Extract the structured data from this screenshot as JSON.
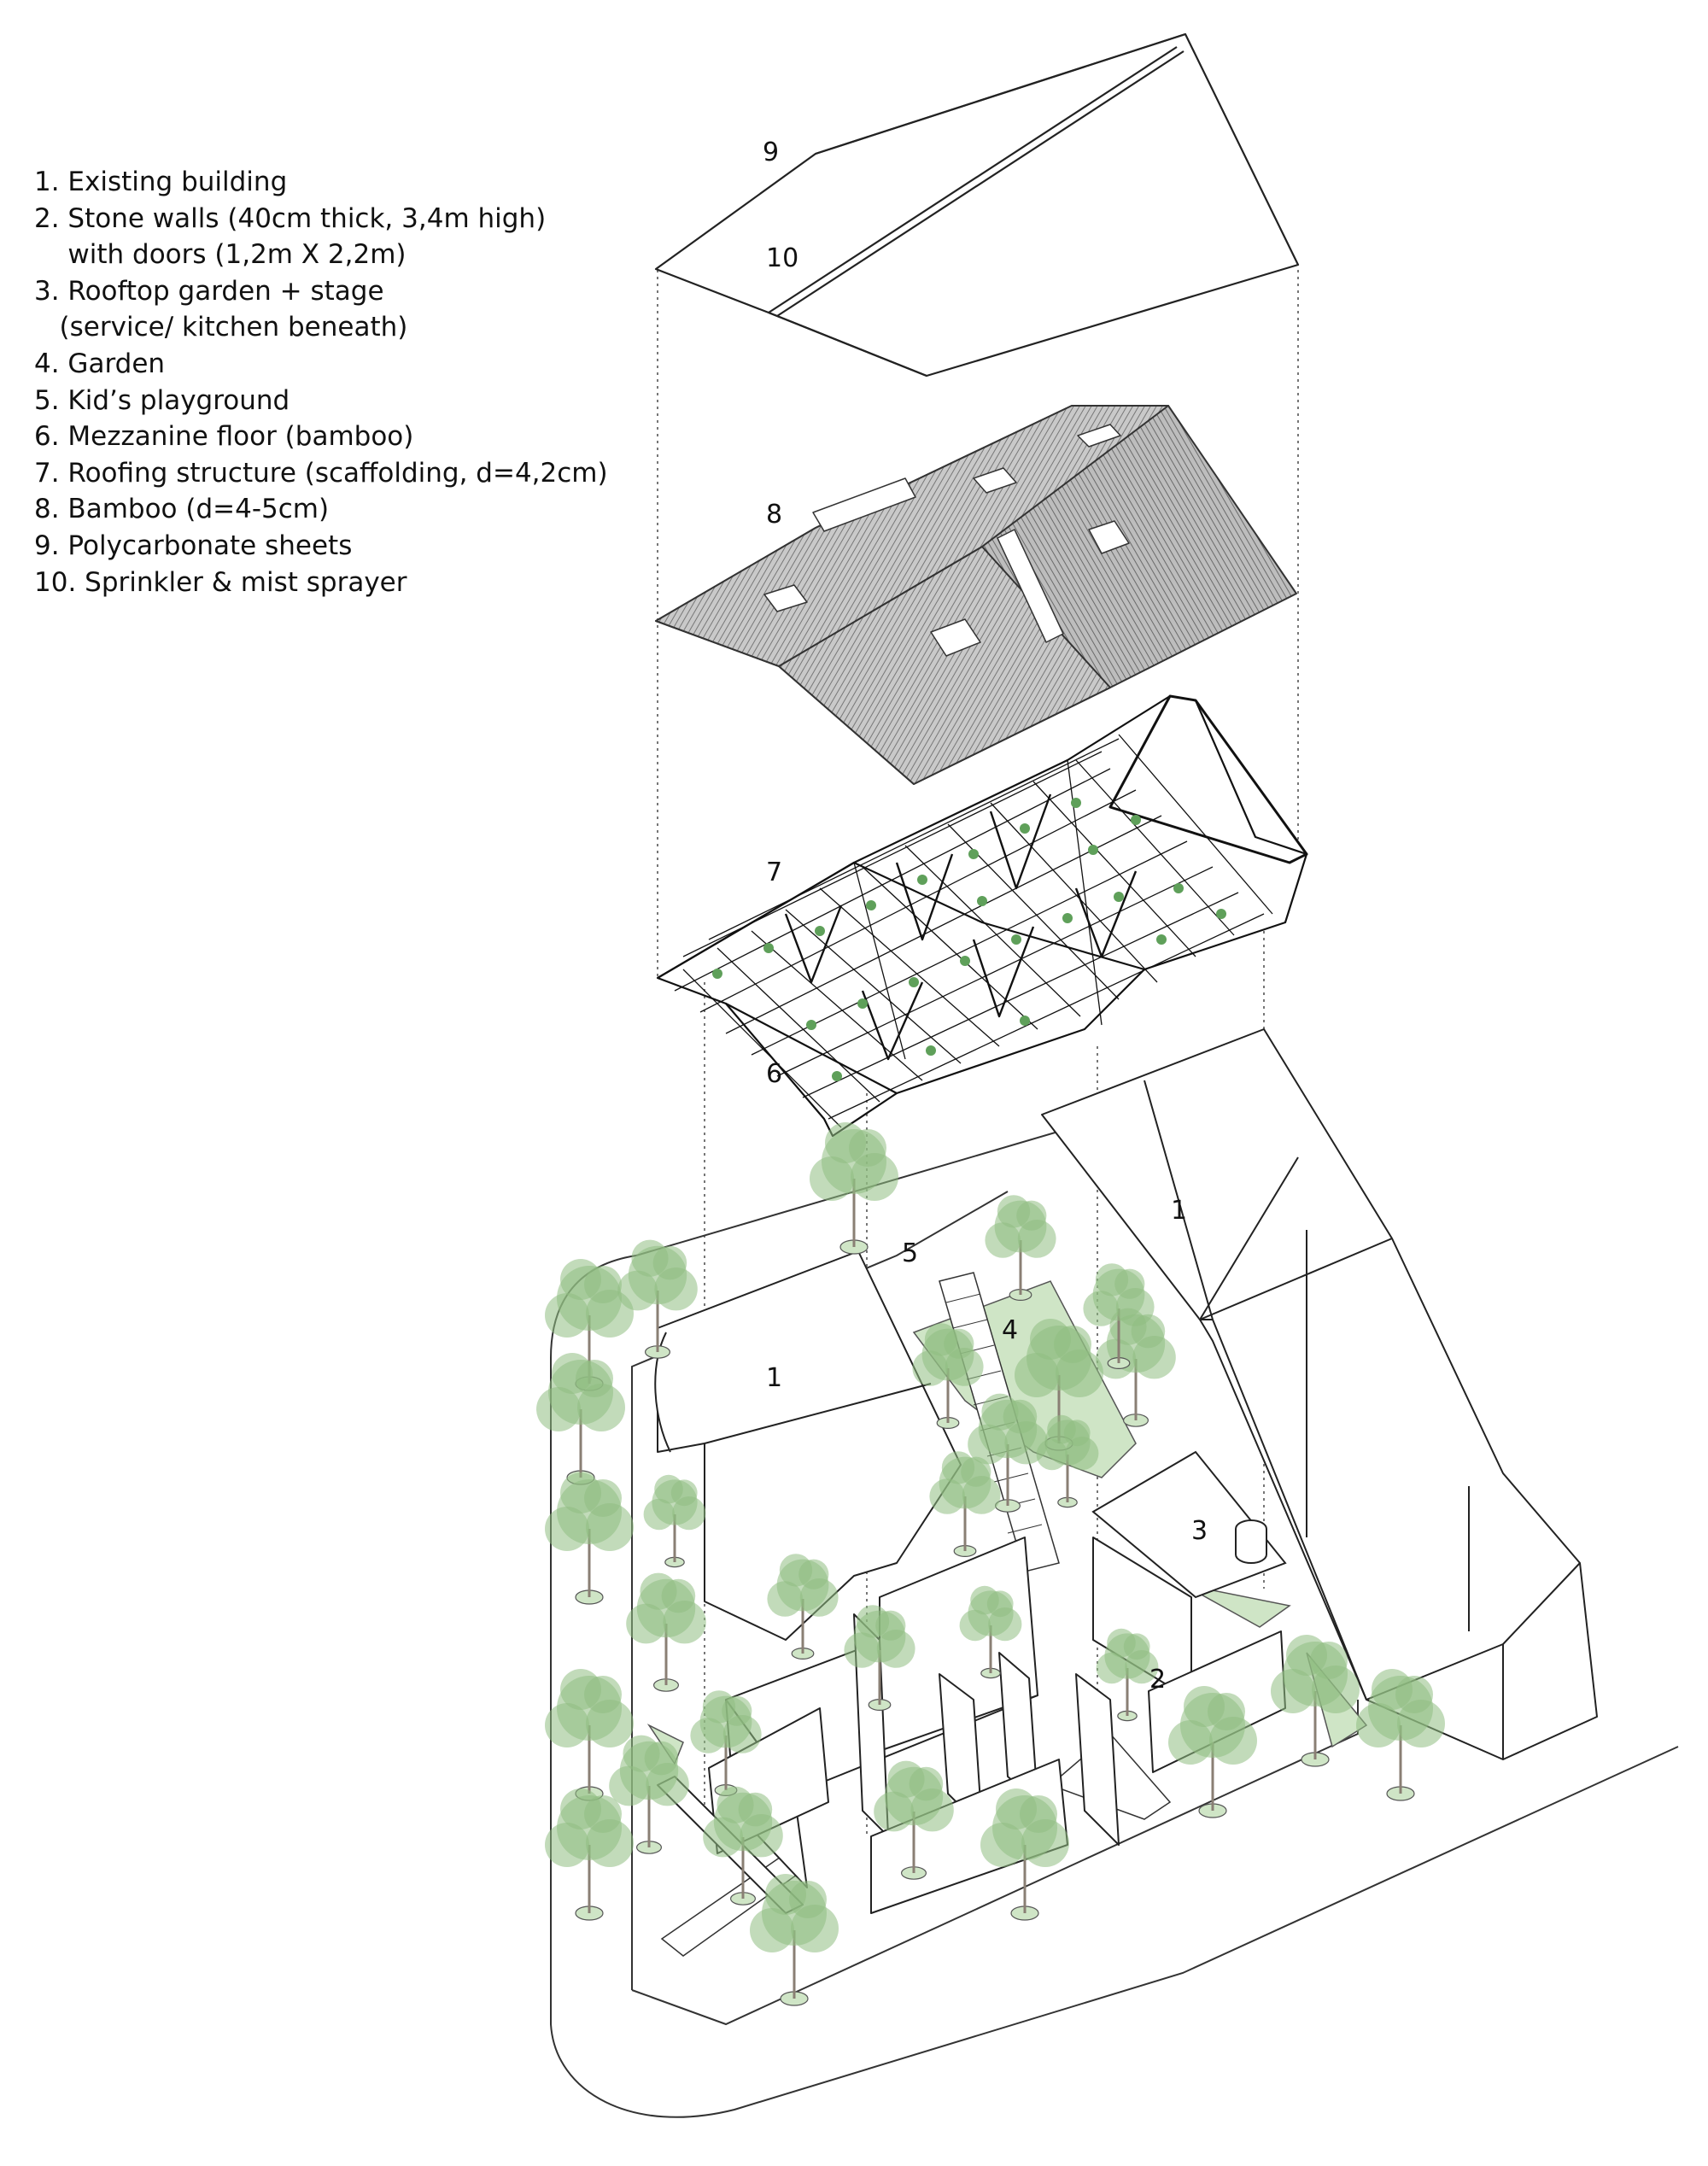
{
  "legend": {
    "items": [
      "1. Existing building",
      "2. Stone walls (40cm thick, 3,4m high)",
      "    with doors (1,2m X 2,2m)",
      "3. Rooftop garden + stage",
      "   (service/ kitchen beneath)",
      "4. Garden",
      "5. Kid’s playground",
      "6. Mezzanine floor (bamboo)",
      "7. Roofing structure (scaffolding, d=4,2cm)",
      "8. Bamboo (d=4-5cm)",
      "9. Polycarbonate sheets",
      "10. Sprinkler & mist sprayer"
    ]
  },
  "labels": {
    "polycarbonate": "9",
    "sprinkler": "10",
    "bamboo": "8",
    "roofing": "7",
    "mezzanine": "6",
    "playground": "5",
    "garden": "4",
    "rooftop": "3",
    "stone_walls": "2",
    "existing_left": "1",
    "existing_right": "1"
  },
  "colors": {
    "line": "#222222",
    "tree_green": "#8fbd82",
    "tree_trunk": "#8a7f74",
    "garden_green": "#cfe5c6",
    "bamboo_gray": "#8c8c8c",
    "leaf_dot": "#5fa05a"
  }
}
